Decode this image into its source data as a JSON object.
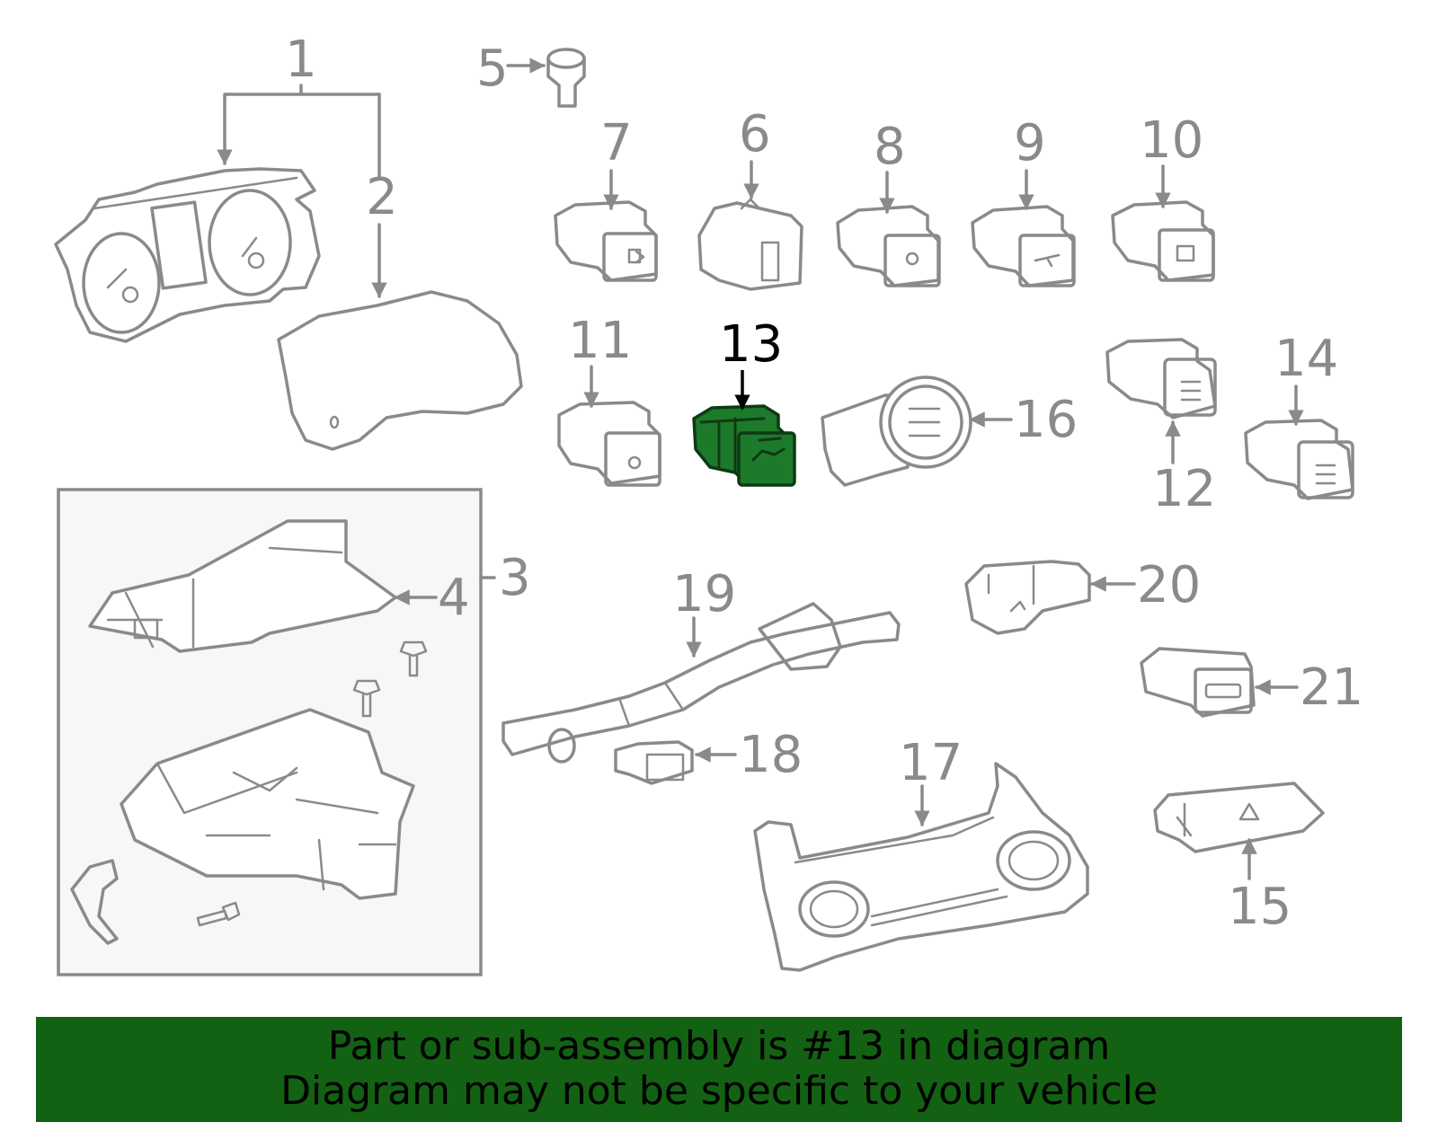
{
  "diagram": {
    "highlighted_part": "13",
    "callouts": [
      "1",
      "2",
      "3",
      "4",
      "5",
      "6",
      "7",
      "8",
      "9",
      "10",
      "11",
      "12",
      "13",
      "14",
      "15",
      "16",
      "17",
      "18",
      "19",
      "20",
      "21"
    ],
    "colors": {
      "line": "#8a8a8a",
      "highlight": "#1d7a2a",
      "banner": "#136112"
    }
  },
  "banner": {
    "line1": "Part or sub-assembly is #13 in diagram",
    "line2": "Diagram may not be specific to your vehicle"
  }
}
